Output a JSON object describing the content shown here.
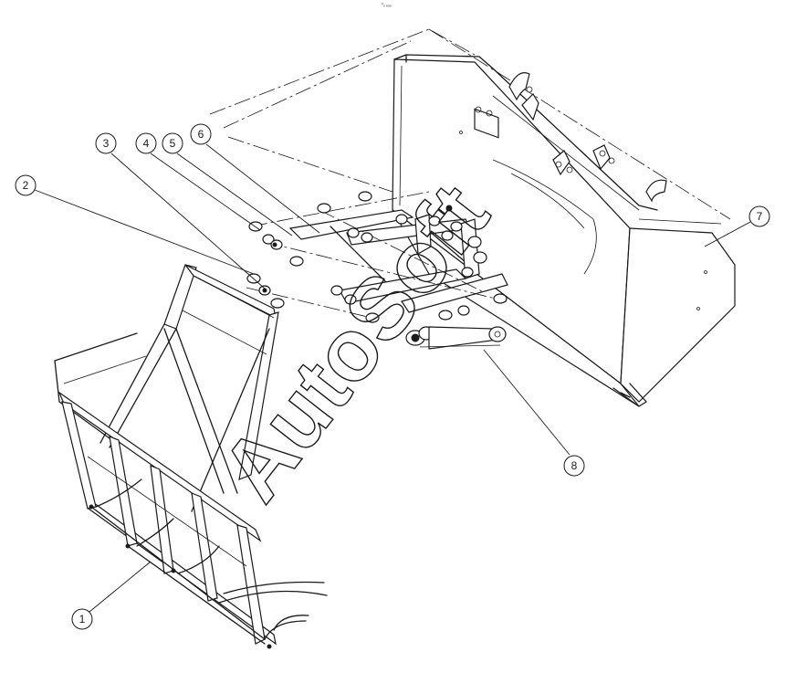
{
  "drawing": {
    "top_mark": "°ₓ ₒₒₒ",
    "watermark": "AutoSoft",
    "balloons": [
      {
        "label": "1"
      },
      {
        "label": "2"
      },
      {
        "label": "3"
      },
      {
        "label": "4"
      },
      {
        "label": "5"
      },
      {
        "label": "6"
      },
      {
        "label": "7"
      },
      {
        "label": "8"
      }
    ]
  }
}
